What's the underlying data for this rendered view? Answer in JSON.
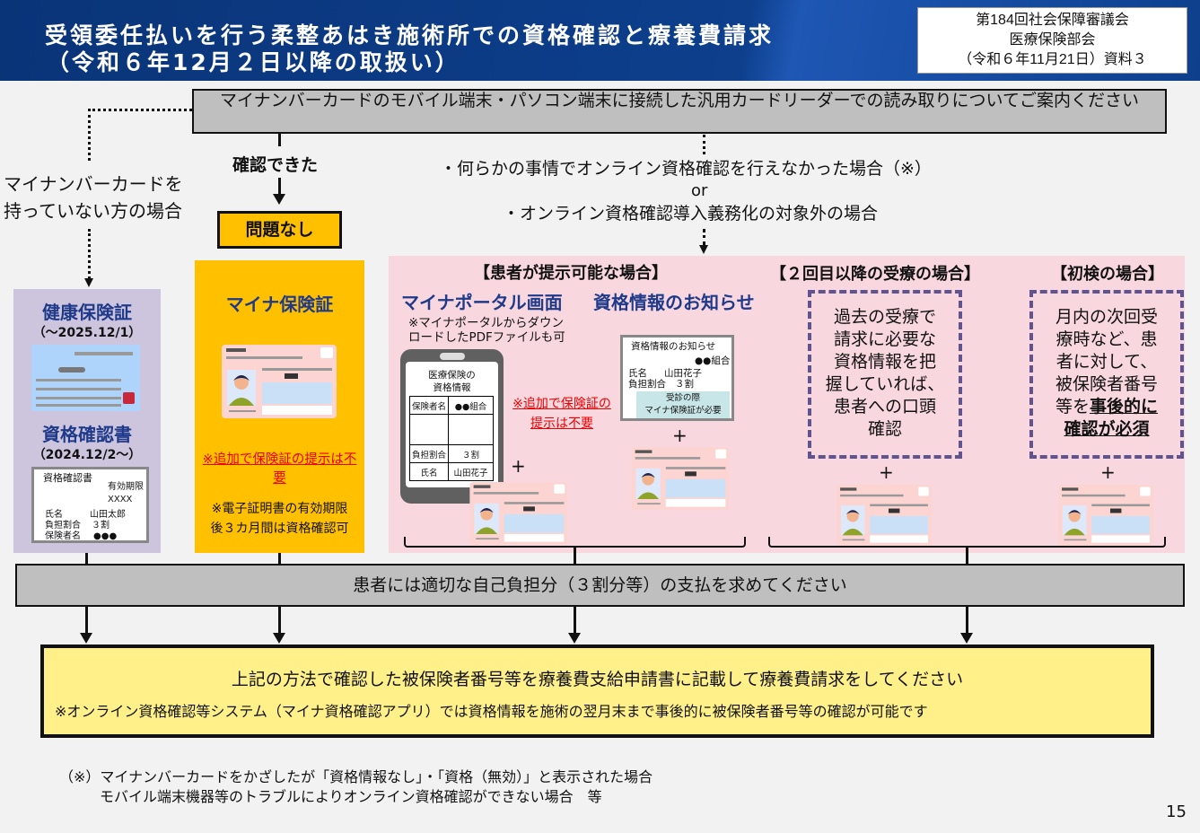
{
  "header": {
    "title_line1": "受領委任払いを行う柔整あはき施術所での資格確認と療養費請求",
    "title_line2": "（令和６年12月２日以降の取扱い）",
    "meeting": [
      "第184回社会保障審議会",
      "医療保険部会",
      "（令和６年11月21日）資料３"
    ]
  },
  "top_notice": "マイナンバーカードのモバイル端末・パソコン端末に接続した汎用カードリーダーでの読み取りについてご案内ください",
  "no_card_case": [
    "マイナンバーカードを",
    "持っていない方の場合"
  ],
  "confirmed_label": "確認できた",
  "no_problem_label": "問題なし",
  "other_cases": {
    "case1": "・何らかの事情でオンライン資格確認を行えなかった場合（※）",
    "or": "or",
    "case2": "・オンライン資格確認導入義務化の対象外の場合"
  },
  "left_panel": {
    "title1": "健康保険証",
    "period1": "（～2025.12/1）",
    "title2": "資格確認書",
    "period2": "（2024.12/2～）",
    "doc": {
      "title": "資格確認書",
      "expiry_label": "有効期限",
      "expiry": "XXXX",
      "name_label": "氏名",
      "name": "山田太郎",
      "ratio_label": "負担割合",
      "ratio": "３割",
      "insurer_label": "保険者名",
      "insurer": "●●●"
    }
  },
  "myna_panel": {
    "title": "マイナ保険証",
    "note_red": "※追加で保険証の提示は不要",
    "note": [
      "※電子証明書の有効期限",
      "後３カ月間は資格確認可"
    ]
  },
  "pink_panel": {
    "heading": "【患者が提示可能な場合】",
    "portal_title": "マイナポータル画面",
    "portal_note": [
      "※マイナポータルからダウン",
      "ロードしたPDFファイルも可"
    ],
    "phone": {
      "title": [
        "医療保険の",
        "資格情報"
      ],
      "rows": [
        [
          "保険者名",
          "●●組合"
        ],
        [
          "",
          ""
        ],
        [
          "負担割合",
          "３割"
        ],
        [
          "氏名",
          "山田花子"
        ]
      ]
    },
    "red_note": [
      "※追加で保険証の",
      "提示は不要"
    ],
    "notice_title": "資格情報のお知らせ",
    "notice": {
      "title": "資格情報のお知らせ",
      "insurer": "●●組合",
      "name_label": "氏名",
      "name": "山田花子",
      "ratio_label": "負担割合",
      "ratio": "３割",
      "box": [
        "受診の際",
        "マイナ保険証が必要"
      ]
    },
    "plus": "+",
    "second_heading": "【２回目以降の受療の場合】",
    "second_text": [
      "過去の受療で",
      "請求に必要な",
      "資格情報を把",
      "握していれば、",
      "患者への口頭",
      "確認"
    ],
    "first_heading": "【初検の場合】",
    "first_text": [
      "月内の次回受",
      "療時など、患",
      "者に対して、",
      "被保険者番号"
    ],
    "first_text_pre": "等を",
    "first_text_bold1": "事後的に",
    "first_text_bold2": "確認が必須"
  },
  "payment_bar": "患者には適切な自己負担分（３割分等）の支払を求めてください",
  "final_box": {
    "main": "上記の方法で確認した被保険者番号等を療養費支給申請書に記載して療養費請求をしてください",
    "note": "※オンライン資格確認等システム（マイナ資格確認アプリ）では資格情報を施術の翌月末まで事後的に被保険者番号等の確認が可能です"
  },
  "footnote": [
    "（※）マイナンバーカードをかざしたが「資格情報なし」・「資格（無効）」と表示された場合",
    "モバイル端末機器等のトラブルによりオンライン資格確認ができない場合　等"
  ],
  "page_number": "15",
  "colors": {
    "header": "#0d3f8c",
    "myna_panel": "#ffc000",
    "left_panel": "#ccc5dd",
    "pink_panel": "#f8d7df",
    "final_box": "#fff08a",
    "title_blue": "#1f3a8a",
    "dash": "#5f5490"
  }
}
